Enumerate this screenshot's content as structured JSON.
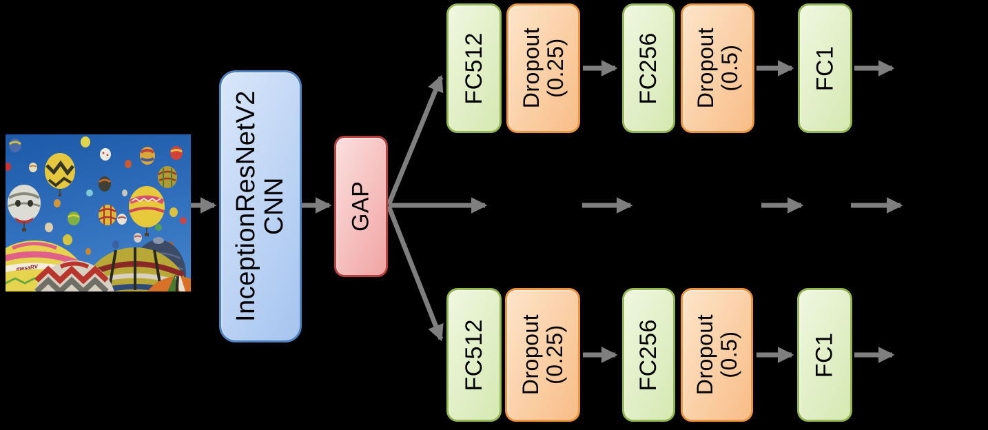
{
  "colors": {
    "background": "#000000",
    "text": "#000000",
    "arrow": "#7f7f7f",
    "cnn-fill-light": "#d9e7fa",
    "cnn-fill-dark": "#a6c4ef",
    "cnn-border": "#4f81bd",
    "fc-fill-light": "#f0f7e0",
    "fc-fill-dark": "#d5e9b2",
    "fc-border": "#94b753",
    "dropout-fill-light": "#fde5ca",
    "dropout-fill-dark": "#f8bd87",
    "dropout-border": "#ed9440",
    "gap-fill-light": "#fbdfde",
    "gap-fill-dark": "#f0a5a3",
    "gap-border": "#b5403e"
  },
  "input": {
    "photo_alt": "Photograph of many colorful hot air balloons floating in a blue sky"
  },
  "cnn": {
    "line1": "InceptionResNetV2",
    "line2": "CNN"
  },
  "gap": {
    "label": "GAP"
  },
  "branch_top": {
    "fc512": "FC512",
    "dropout1_line1": "Dropout",
    "dropout1_line2": "(0.25)",
    "fc256": "FC256",
    "dropout2_line1": "Dropout",
    "dropout2_line2": "(0.5)",
    "fc1": "FC1"
  },
  "branch_bottom": {
    "fc512": "FC512",
    "dropout1_line1": "Dropout",
    "dropout1_line2": "(0.25)",
    "fc256": "FC256",
    "dropout2_line1": "Dropout",
    "dropout2_line2": "(0.5)",
    "fc1": "FC1"
  }
}
